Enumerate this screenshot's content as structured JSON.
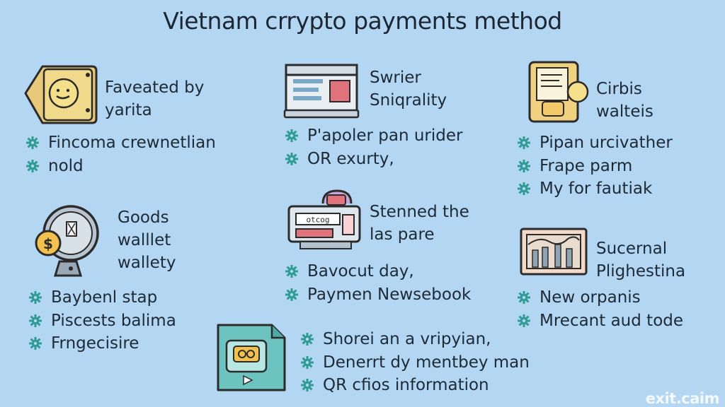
{
  "title": "Vietnam crrypto payments method",
  "sections": [
    {
      "heading": [
        "Faveated by",
        "yarita"
      ],
      "items": [
        "Fincoma crewnetlian",
        "nold"
      ]
    },
    {
      "heading": [
        "Swrier",
        "Sniqrality"
      ],
      "items": [
        "P'apoler pan urider",
        "OR exurty,"
      ]
    },
    {
      "heading": [
        "Cirbis",
        "walteis"
      ],
      "items": [
        "Pipan urcivather",
        "Frape parm",
        "My for fautiak"
      ]
    },
    {
      "heading": [
        "Goods",
        "walllet",
        "wallety"
      ],
      "items": [
        "Baybenl stap",
        "Piscests balima",
        "Frngecisire"
      ]
    },
    {
      "heading": [
        "Stenned the",
        "las pare"
      ],
      "items": [
        "Bavocut day,",
        "Paymen Newsebook"
      ]
    },
    {
      "heading": [
        "Sucernal",
        "Plighestina"
      ],
      "items": [
        "New orpanis",
        "Mrecant aud tode"
      ]
    },
    {
      "heading": [],
      "items": [
        "Shorei an a vripyian,",
        "Denerrt dy mentbey man",
        "QR cfios information"
      ]
    }
  ],
  "icon_labels": {
    "terminal": "otcog",
    "coin": "$"
  },
  "watermark": "exit.caim",
  "colors": {
    "background": "#b3d6f2",
    "bullet": "#2a8f8a",
    "accent_red": "#e0737b",
    "accent_yellow": "#f2d47a"
  }
}
